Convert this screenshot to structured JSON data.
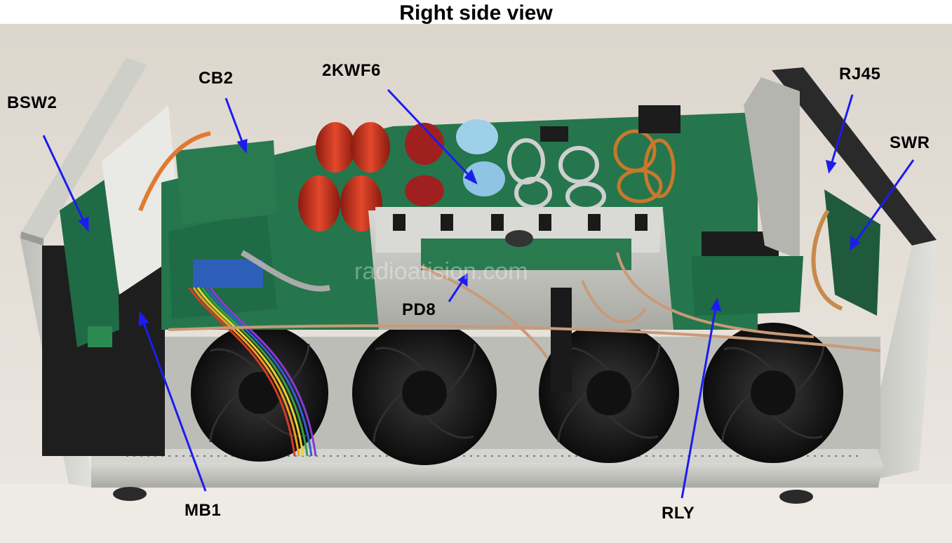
{
  "title": "Right side view",
  "watermark": "radioatision.com",
  "labels": {
    "bsw2": "BSW2",
    "cb2": "CB2",
    "twokwf6": "2KWF6",
    "rj45": "RJ45",
    "swr": "SWR",
    "pd8": "PD8",
    "mb1": "MB1",
    "rly": "RLY"
  },
  "colors": {
    "arrow": "#1c1cf0",
    "background": "#e6e1d8",
    "pcb": "#1f6b45",
    "toroid": "#c8301c",
    "copper": "#c8782c",
    "aluminum": "#c9c9c4"
  }
}
